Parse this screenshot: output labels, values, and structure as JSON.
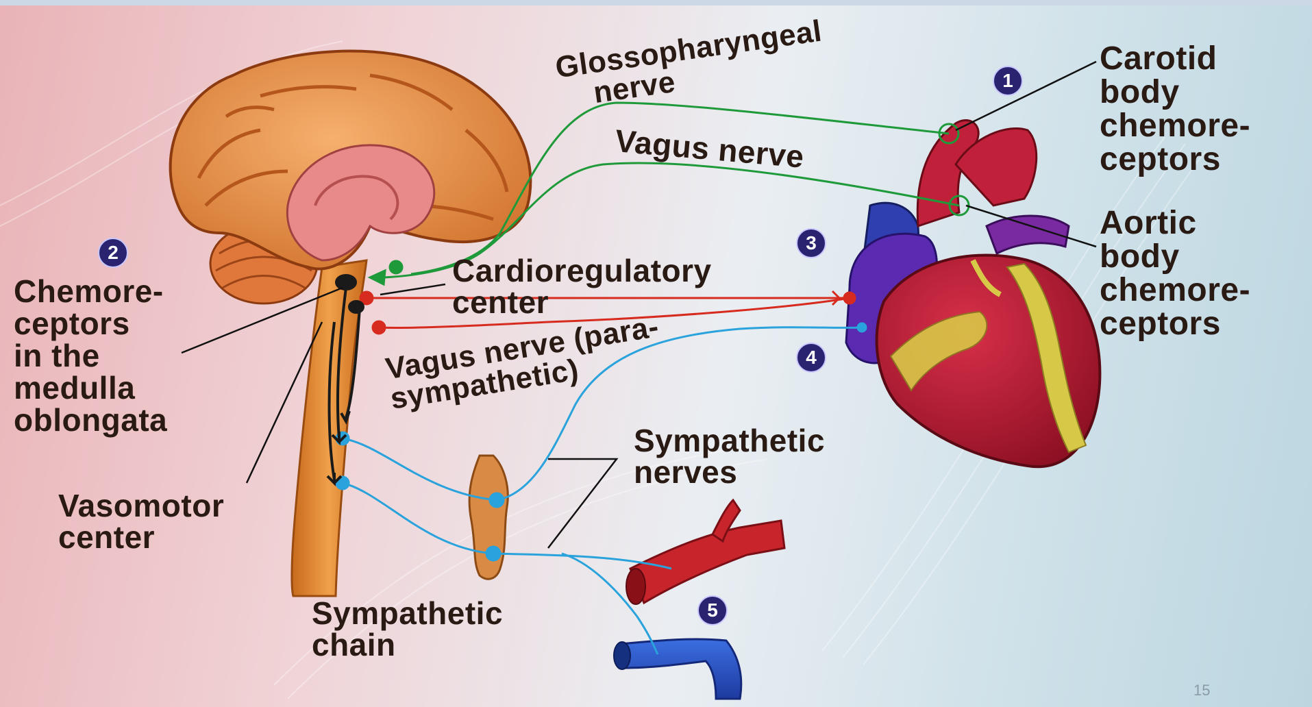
{
  "labels": {
    "glosso": [
      "Glossopharyngeal",
      "nerve"
    ],
    "vagus": "Vagus nerve",
    "carotid": [
      "Carotid",
      "body",
      "chemore-",
      "ceptors"
    ],
    "aortic": [
      "Aortic",
      "body",
      "chemore-",
      "ceptors"
    ],
    "chemo_medulla": [
      "Chemore-",
      "ceptors",
      "in the",
      "medulla",
      "oblongata"
    ],
    "cardio": [
      "Cardioregulatory",
      "center"
    ],
    "vagus_para": [
      "Vagus nerve (para-",
      "sympathetic)"
    ],
    "symp_nerves": [
      "Sympathetic",
      "nerves"
    ],
    "vasomotor": [
      "Vasomotor",
      "center"
    ],
    "symp_chain": [
      "Sympathetic",
      "chain"
    ]
  },
  "badges": [
    "1",
    "2",
    "3",
    "4",
    "5"
  ],
  "page_number": "15",
  "colors": {
    "sensory_nerve": "#1f9a3a",
    "parasympathetic_nerve": "#d62b1e",
    "sympathetic_nerve": "#2aa3dc",
    "badge": "#2a2470",
    "label_text": "#2a1a14"
  }
}
